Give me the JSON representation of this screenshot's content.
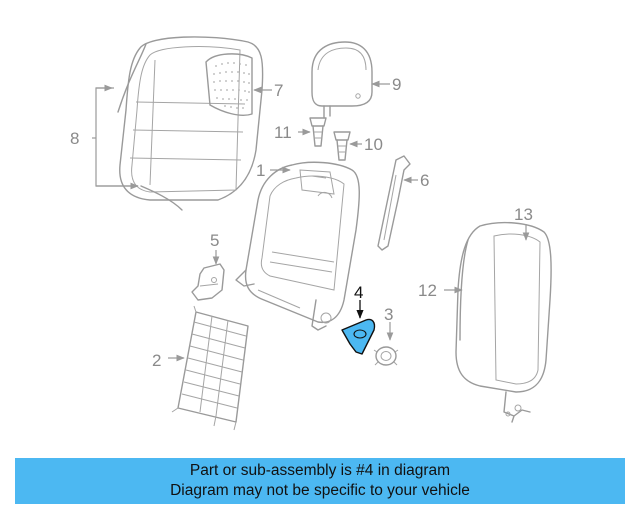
{
  "diagram": {
    "callouts": {
      "c1": "1",
      "c2": "2",
      "c3": "3",
      "c4": "4",
      "c5": "5",
      "c6": "6",
      "c7": "7",
      "c8": "8",
      "c9": "9",
      "c10": "10",
      "c11": "11",
      "c12": "12",
      "c13": "13"
    },
    "highlighted_part": "4",
    "highlight_color": "#4cb8f2",
    "line_color": "#9a9a9a"
  },
  "caption": {
    "line1": "Part or sub-assembly is #4 in diagram",
    "line2": "Diagram may not be specific to your vehicle",
    "background": "#4cb8f2"
  }
}
